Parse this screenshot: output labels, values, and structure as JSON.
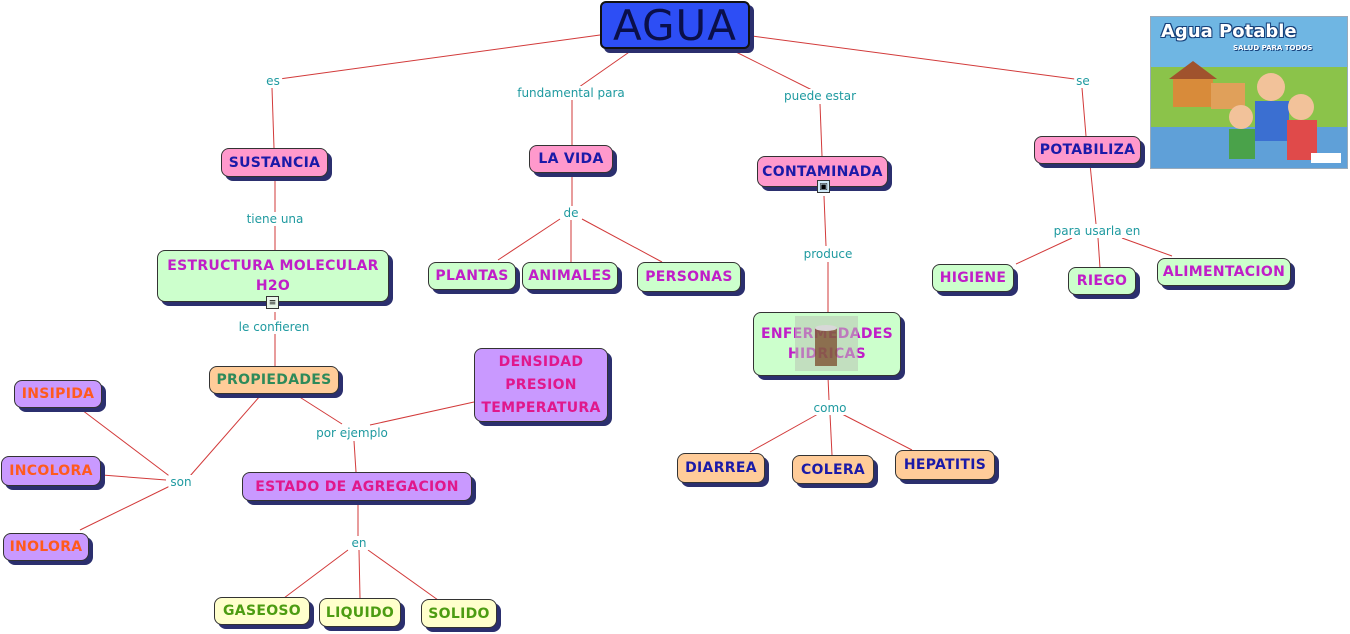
{
  "root": {
    "label": "AGUA"
  },
  "nodes": {
    "sustancia": "SUSTANCIA",
    "lavida": "LA  VIDA",
    "contaminada": "CONTAMINADA",
    "potabiliza": "POTABILIZA",
    "estructura": "ESTRUCTURA  MOLECULAR H2O",
    "plantas": "PLANTAS",
    "animales": "ANIMALES",
    "personas": "PERSONAS",
    "enfermedades": "ENFERMEDADES HIDRICAS",
    "higiene": "HIGIENE",
    "riego": "RIEGO",
    "alimentacion": "ALIMENTACION",
    "propiedades": "PROPIEDADES",
    "densidad": "DENSIDAD PRESION TEMPERATURA",
    "insipida": "INSIPIDA",
    "incolora": "INCOLORA",
    "inolora": "INOLORA",
    "estado": "ESTADO  DE  AGREGACION",
    "gaseoso": "GASEOSO",
    "liquido": "LIQUIDO",
    "solido": "SOLIDO",
    "diarrea": "DIARREA",
    "colera": "COLERA",
    "hepatitis": "HEPATITIS"
  },
  "links": {
    "es": "es",
    "fundamental": "fundamental para",
    "puede": "puede estar",
    "se": "se",
    "tiene": "tiene una",
    "de": "de",
    "produce": "produce",
    "usarla": "para usarla en",
    "confieren": "le confieren",
    "ejemplo": "por ejemplo",
    "son": "son",
    "en": "en",
    "como": "como"
  },
  "poster": {
    "title": "Agua Potable",
    "subtitle": "SALUD PARA TODOS"
  },
  "colors": {
    "line": "#d23a3a",
    "link_text": "#1f9aa0",
    "shadow": "#2b2f6e"
  }
}
